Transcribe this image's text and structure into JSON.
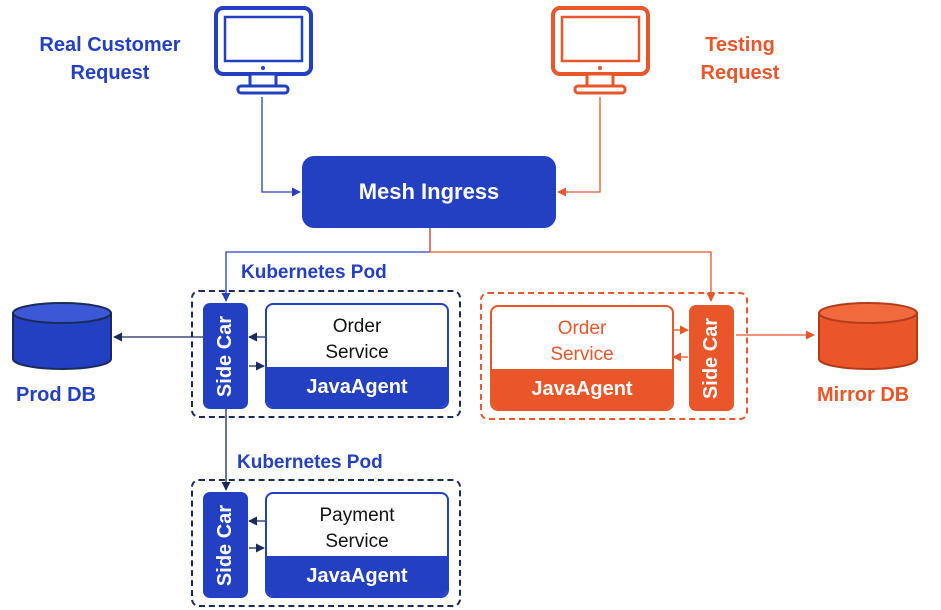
{
  "colors": {
    "blue": "#2440c2",
    "orange": "#e8562a",
    "navy": "#1a2a5a"
  },
  "real_request": {
    "label": "Real Customer\nRequest",
    "icon": "monitor-icon"
  },
  "testing_request": {
    "label": "Testing\nRequest",
    "icon": "monitor-icon"
  },
  "mesh_ingress": {
    "label": "Mesh Ingress"
  },
  "pod_order": {
    "title": "Kubernetes Pod",
    "sidecar": "Side Car",
    "service": "Order\nService",
    "agent": "JavaAgent"
  },
  "pod_payment": {
    "title": "Kubernetes Pod",
    "sidecar": "Side Car",
    "service": "Payment\nService",
    "agent": "JavaAgent"
  },
  "mirror_pod": {
    "sidecar": "Side Car",
    "service": "Order\nService",
    "agent": "JavaAgent"
  },
  "prod_db": {
    "label": "Prod DB",
    "icon": "database-icon"
  },
  "mirror_db": {
    "label": "Mirror DB",
    "icon": "database-icon"
  }
}
